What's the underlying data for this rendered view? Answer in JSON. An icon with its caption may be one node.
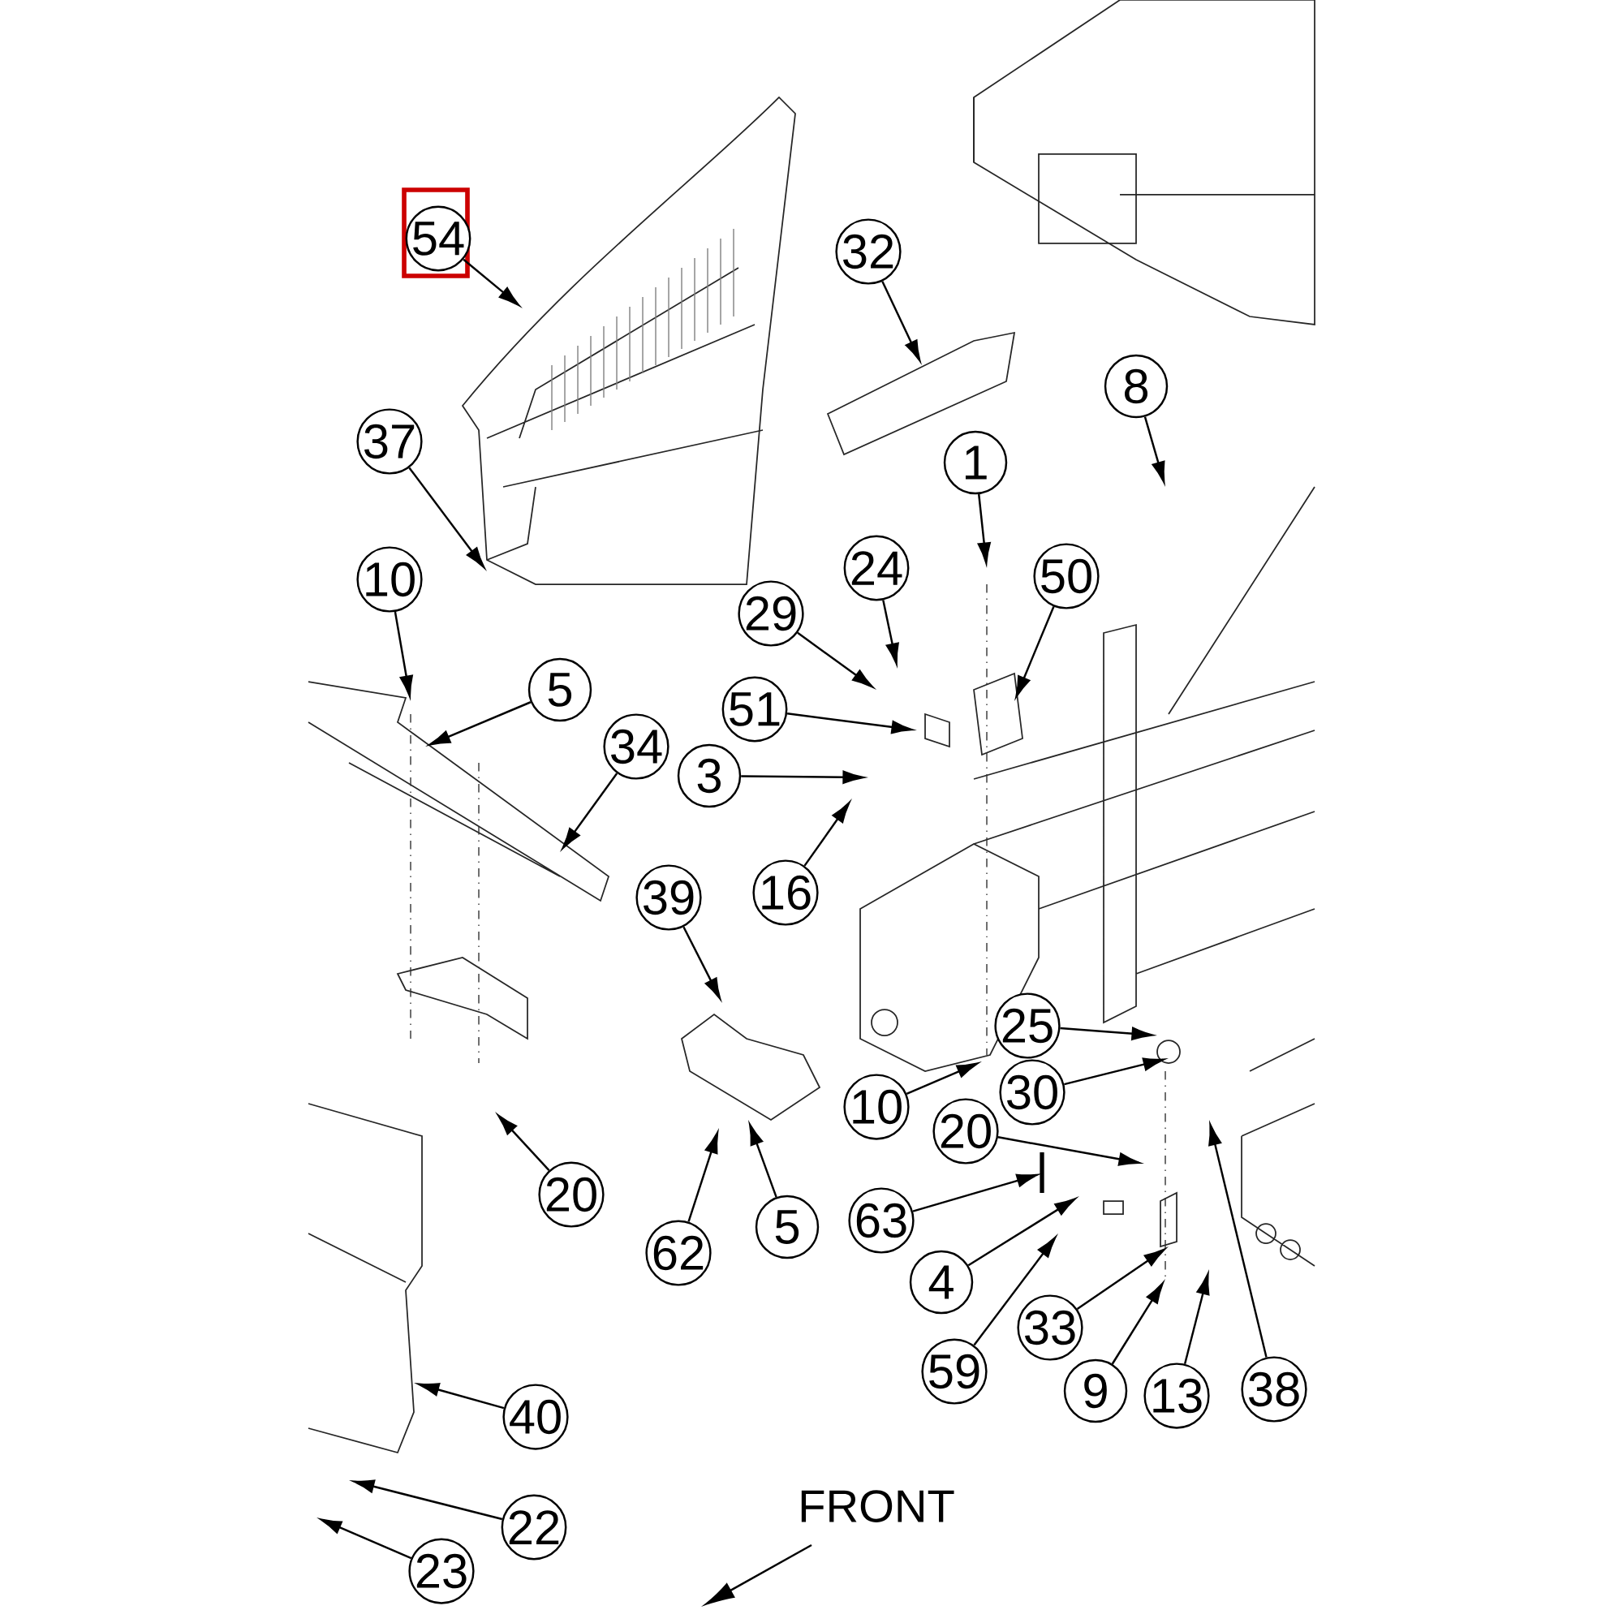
{
  "diagram": {
    "nodes": [
      {
        "text": [
          "54"
        ]
      },
      {
        "text": [
          "32"
        ]
      },
      {
        "text": [
          "37"
        ]
      },
      {
        "text": [
          "8"
        ]
      },
      {
        "text": [
          "1"
        ]
      },
      {
        "text": [
          "10"
        ]
      },
      {
        "text": [
          "50"
        ]
      },
      {
        "text": [
          "24"
        ]
      },
      {
        "text": [
          "29"
        ]
      },
      {
        "text": [
          "5"
        ]
      },
      {
        "text": [
          "51"
        ]
      },
      {
        "text": [
          "34"
        ]
      },
      {
        "text": [
          "3"
        ]
      },
      {
        "text": [
          "16"
        ]
      },
      {
        "text": [
          "39"
        ]
      },
      {
        "text": [
          "25"
        ]
      },
      {
        "text": [
          "10"
        ]
      },
      {
        "text": [
          "30"
        ]
      },
      {
        "text": [
          "20"
        ]
      },
      {
        "text": [
          "20"
        ]
      },
      {
        "text": [
          "63"
        ]
      },
      {
        "text": [
          "62"
        ]
      },
      {
        "text": [
          "5"
        ]
      },
      {
        "text": [
          "4"
        ]
      },
      {
        "text": [
          "59"
        ]
      },
      {
        "text": [
          "33"
        ]
      },
      {
        "text": [
          "9"
        ]
      },
      {
        "text": [
          "13"
        ]
      },
      {
        "text": [
          "38"
        ]
      },
      {
        "text": [
          "40"
        ]
      },
      {
        "text": [
          "22"
        ]
      },
      {
        "text": [
          "23"
        ]
      }
    ],
    "edges": [
      {
        "from": 0,
        "to": null,
        "arrow": "to"
      },
      {
        "from": 1,
        "to": null,
        "arrow": "to"
      },
      {
        "from": 2,
        "to": null,
        "arrow": "to"
      },
      {
        "from": 3,
        "to": null,
        "arrow": "to"
      },
      {
        "from": 4,
        "to": null,
        "arrow": "to"
      },
      {
        "from": 5,
        "to": null,
        "arrow": "to"
      },
      {
        "from": 6,
        "to": null,
        "arrow": "to"
      },
      {
        "from": 7,
        "to": null,
        "arrow": "to"
      },
      {
        "from": 8,
        "to": null,
        "arrow": "to"
      },
      {
        "from": 9,
        "to": null,
        "arrow": "to"
      },
      {
        "from": 10,
        "to": null,
        "arrow": "to"
      },
      {
        "from": 11,
        "to": null,
        "arrow": "to"
      },
      {
        "from": 12,
        "to": null,
        "arrow": "to"
      },
      {
        "from": 13,
        "to": null,
        "arrow": "to"
      },
      {
        "from": 14,
        "to": null,
        "arrow": "to"
      },
      {
        "from": 15,
        "to": null,
        "arrow": "to"
      },
      {
        "from": 16,
        "to": null,
        "arrow": "to"
      },
      {
        "from": 17,
        "to": null,
        "arrow": "to"
      },
      {
        "from": 18,
        "to": null,
        "arrow": "to"
      },
      {
        "from": 19,
        "to": null,
        "arrow": "to"
      },
      {
        "from": 20,
        "to": null,
        "arrow": "to"
      },
      {
        "from": 21,
        "to": null,
        "arrow": "to"
      },
      {
        "from": 22,
        "to": null,
        "arrow": "to"
      },
      {
        "from": 23,
        "to": null,
        "arrow": "to"
      },
      {
        "from": 24,
        "to": null,
        "arrow": "to"
      },
      {
        "from": 25,
        "to": null,
        "arrow": "to"
      },
      {
        "from": 26,
        "to": null,
        "arrow": "to"
      },
      {
        "from": 27,
        "to": null,
        "arrow": "to"
      },
      {
        "from": 28,
        "to": null,
        "arrow": "to"
      },
      {
        "from": 29,
        "to": null,
        "arrow": "to"
      },
      {
        "from": 30,
        "to": null,
        "arrow": "to"
      },
      {
        "from": 31,
        "to": null,
        "arrow": "to"
      }
    ],
    "labels": [
      "FRONT"
    ]
  }
}
